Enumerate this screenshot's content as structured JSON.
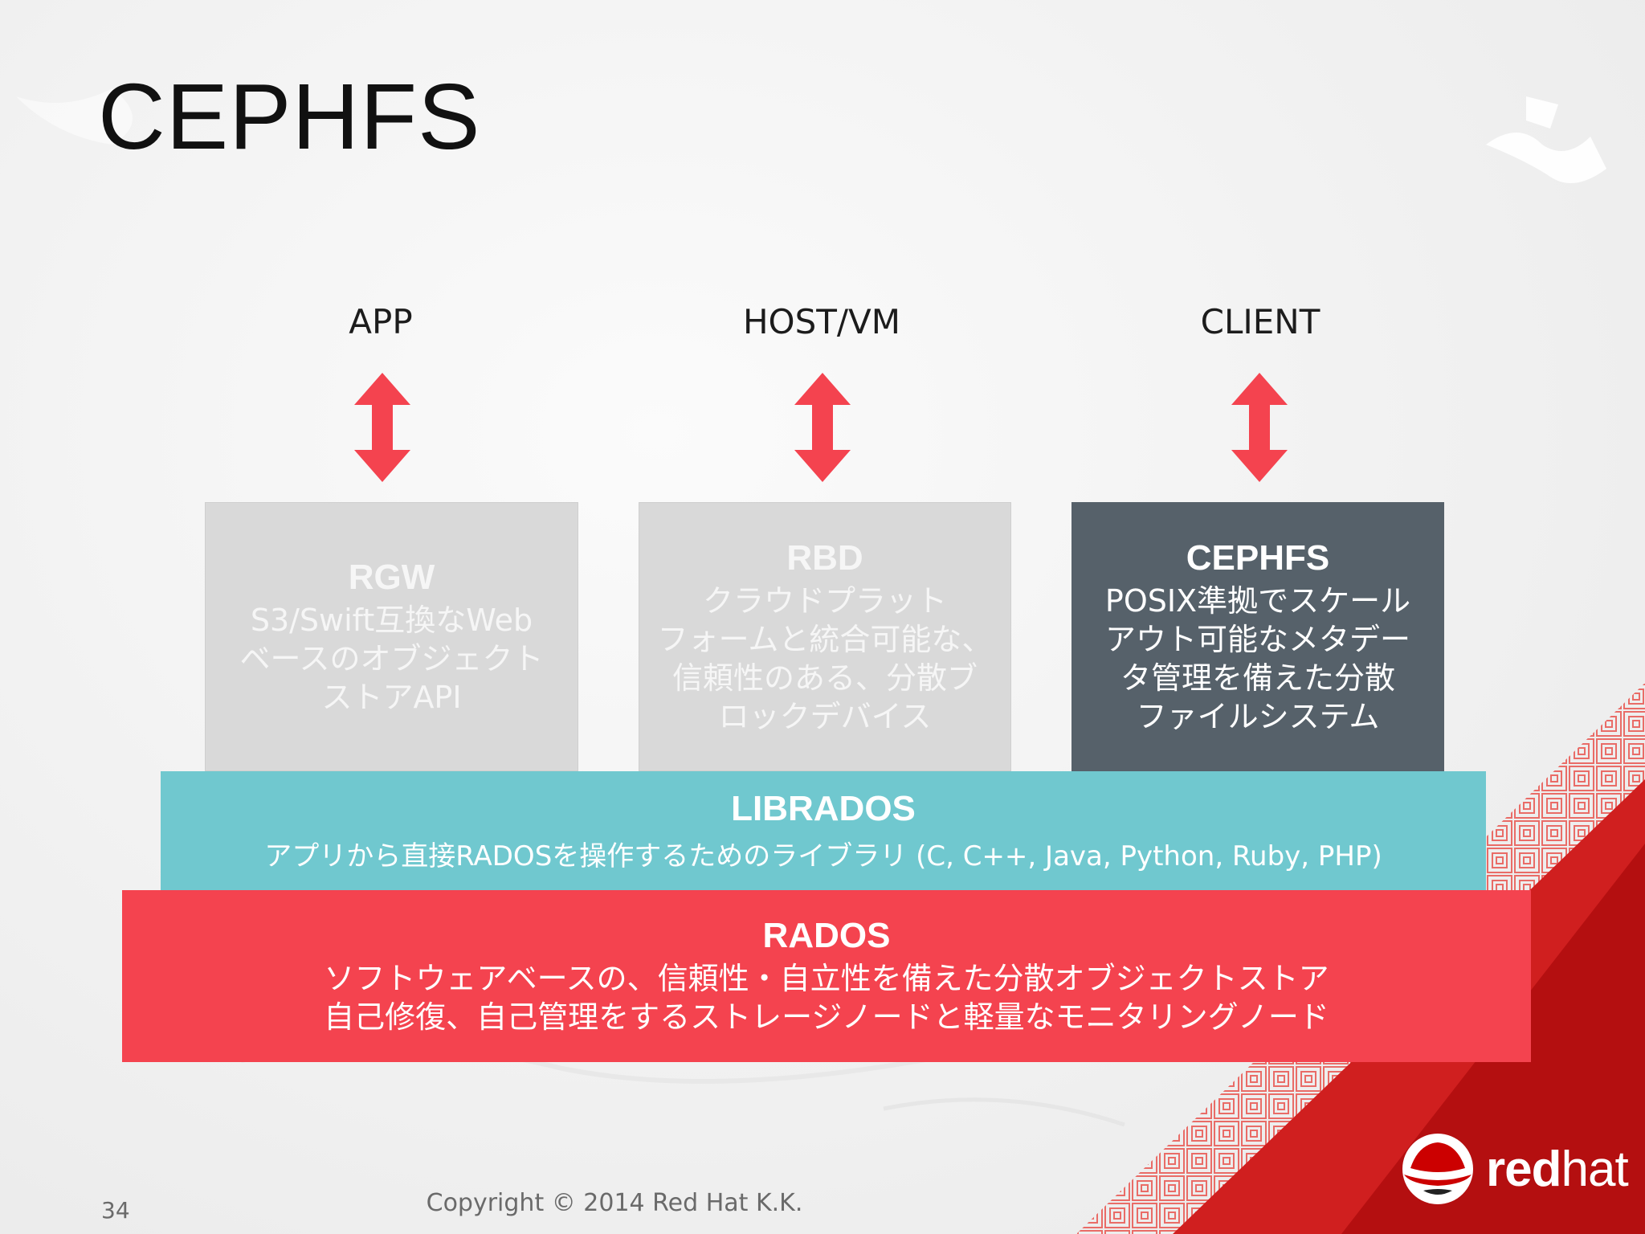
{
  "slide": {
    "title": "CEPHFS",
    "page_number": "34",
    "copyright": "Copyright © 2014 Red Hat K.K.",
    "logo": {
      "word_bold": "red",
      "word_light": "hat"
    }
  },
  "layers": [
    {
      "label": "APP"
    },
    {
      "label": "HOST/VM"
    },
    {
      "label": "CLIENT"
    }
  ],
  "components": [
    {
      "title": "RGW",
      "lines": [
        "S3/Swift互換なWeb",
        "ベースのオブジェクト",
        "ストアAPI"
      ]
    },
    {
      "title": "RBD",
      "lines": [
        "クラウドプラット",
        "フォームと統合可能な、",
        "信頼性のある、分散ブ",
        "ロックデバイス"
      ]
    },
    {
      "title": "CEPHFS",
      "lines": [
        "POSIX準拠でスケール",
        "アウト可能なメタデー",
        "タ管理を備えた分散",
        "ファイルシステム"
      ]
    }
  ],
  "librados": {
    "title": "LIBRADOS",
    "desc": "アプリから直接RADOSを操作するためのライブラリ (C, C++, Java, Python, Ruby, PHP)"
  },
  "rados": {
    "title": "RADOS",
    "lines": [
      "ソフトウェアベースの、信頼性・自立性を備えた分散オブジェクトストア",
      "自己修復、自己管理をするストレージノードと軽量なモニタリングノード"
    ]
  },
  "colors": {
    "arrow": "#f4434f",
    "component_gray": "#d9d9d9",
    "component_dark": "#56616a",
    "librados": "#70c8cf",
    "rados": "#f4434f",
    "brand_red": "#cc0000"
  }
}
